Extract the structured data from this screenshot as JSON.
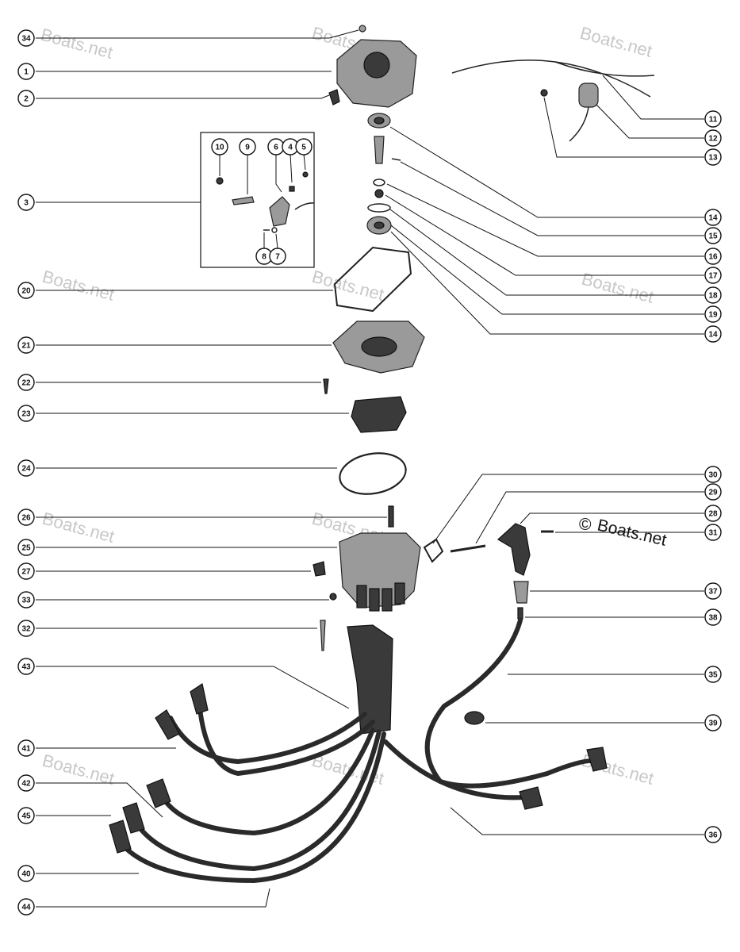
{
  "watermark": "Boats.net",
  "copyright_symbol": "©",
  "copyright_text": "Boats.net",
  "callouts": [
    {
      "id": "c34l",
      "label": "34"
    },
    {
      "id": "c1",
      "label": "1"
    },
    {
      "id": "c2",
      "label": "2"
    },
    {
      "id": "c3",
      "label": "3"
    },
    {
      "id": "c10",
      "label": "10"
    },
    {
      "id": "c9",
      "label": "9"
    },
    {
      "id": "c6",
      "label": "6"
    },
    {
      "id": "c4",
      "label": "4"
    },
    {
      "id": "c5",
      "label": "5"
    },
    {
      "id": "c8",
      "label": "8"
    },
    {
      "id": "c7",
      "label": "7"
    },
    {
      "id": "c20",
      "label": "20"
    },
    {
      "id": "c21",
      "label": "21"
    },
    {
      "id": "c22",
      "label": "22"
    },
    {
      "id": "c23",
      "label": "23"
    },
    {
      "id": "c24",
      "label": "24"
    },
    {
      "id": "c26",
      "label": "26"
    },
    {
      "id": "c25",
      "label": "25"
    },
    {
      "id": "c27",
      "label": "27"
    },
    {
      "id": "c33",
      "label": "33"
    },
    {
      "id": "c32",
      "label": "32"
    },
    {
      "id": "c43",
      "label": "43"
    },
    {
      "id": "c41",
      "label": "41"
    },
    {
      "id": "c42",
      "label": "42"
    },
    {
      "id": "c45",
      "label": "45"
    },
    {
      "id": "c40",
      "label": "40"
    },
    {
      "id": "c44",
      "label": "44"
    },
    {
      "id": "c11",
      "label": "11"
    },
    {
      "id": "c12",
      "label": "12"
    },
    {
      "id": "c13",
      "label": "13"
    },
    {
      "id": "c14a",
      "label": "14"
    },
    {
      "id": "c15",
      "label": "15"
    },
    {
      "id": "c16",
      "label": "16"
    },
    {
      "id": "c17",
      "label": "17"
    },
    {
      "id": "c18",
      "label": "18"
    },
    {
      "id": "c19",
      "label": "19"
    },
    {
      "id": "c14b",
      "label": "14"
    },
    {
      "id": "c30",
      "label": "30"
    },
    {
      "id": "c29",
      "label": "29"
    },
    {
      "id": "c28",
      "label": "28"
    },
    {
      "id": "c31",
      "label": "31"
    },
    {
      "id": "c37",
      "label": "37"
    },
    {
      "id": "c38",
      "label": "38"
    },
    {
      "id": "c35",
      "label": "35"
    },
    {
      "id": "c39",
      "label": "39"
    },
    {
      "id": "c36",
      "label": "36"
    }
  ]
}
